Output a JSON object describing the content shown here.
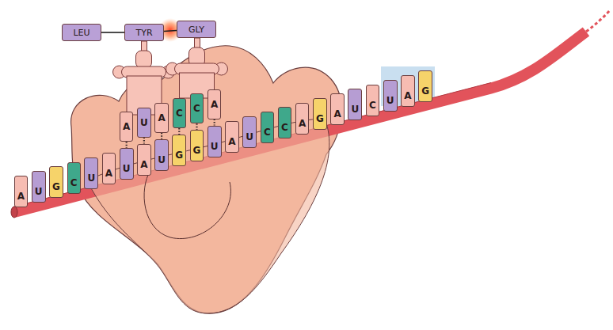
{
  "diagram": {
    "nodes": [
      {
        "text": [
          "LEU"
        ]
      },
      {
        "text": [
          "TYR"
        ]
      },
      {
        "text": [
          "GLY"
        ]
      },
      {
        "text": [
          "A"
        ]
      },
      {
        "text": [
          "U"
        ]
      },
      {
        "text": [
          "A"
        ]
      },
      {
        "text": [
          "C"
        ]
      },
      {
        "text": [
          "C"
        ]
      },
      {
        "text": [
          "A"
        ]
      },
      {
        "text": [
          "A"
        ]
      },
      {
        "text": [
          "U"
        ]
      },
      {
        "text": [
          "G"
        ]
      },
      {
        "text": [
          "C"
        ]
      },
      {
        "text": [
          "U"
        ]
      },
      {
        "text": [
          "A"
        ]
      },
      {
        "text": [
          "U"
        ]
      },
      {
        "text": [
          "A"
        ]
      },
      {
        "text": [
          "U"
        ]
      },
      {
        "text": [
          "G"
        ]
      },
      {
        "text": [
          "G"
        ]
      },
      {
        "text": [
          "U"
        ]
      },
      {
        "text": [
          "A"
        ]
      },
      {
        "text": [
          "U"
        ]
      },
      {
        "text": [
          "C"
        ]
      },
      {
        "text": [
          "C"
        ]
      },
      {
        "text": [
          "A"
        ]
      },
      {
        "text": [
          "G"
        ]
      },
      {
        "text": [
          "A"
        ]
      },
      {
        "text": [
          "U"
        ]
      },
      {
        "text": [
          "C"
        ]
      },
      {
        "text": [
          "U"
        ]
      },
      {
        "text": [
          "A"
        ]
      },
      {
        "text": [
          "G"
        ]
      }
    ],
    "edges": [
      {
        "from": 0,
        "to": 1,
        "arrow": "none"
      },
      {
        "from": 1,
        "to": 2,
        "arrow": "none"
      },
      {
        "from": 3,
        "to": 15,
        "arrow": "none"
      },
      {
        "from": 4,
        "to": 16,
        "arrow": "none"
      },
      {
        "from": 5,
        "to": 17,
        "arrow": "none"
      },
      {
        "from": 6,
        "to": 18,
        "arrow": "none"
      },
      {
        "from": 7,
        "to": 19,
        "arrow": "none"
      },
      {
        "from": 8,
        "to": 20,
        "arrow": "none"
      }
    ]
  }
}
